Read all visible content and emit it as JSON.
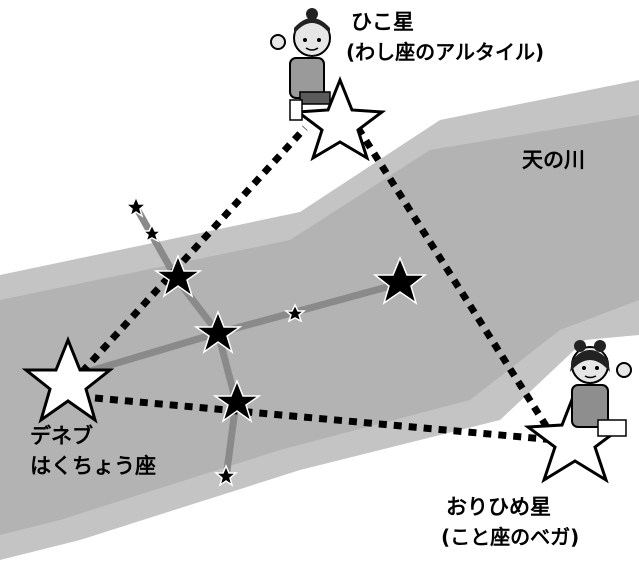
{
  "labels": {
    "altair_name": "ひこ星",
    "altair_constellation": "(わし座のアルタイル)",
    "milky_way": "天の川",
    "deneb_name": "デネブ",
    "deneb_constellation": "はくちょう座",
    "vega_name": "おりひめ星",
    "vega_constellation": "(こと座のベガ)"
  },
  "colors": {
    "river": "#b9b9b9",
    "river_band": "#cfcfcf",
    "background": "#ffffff",
    "dotted_line": "#000000",
    "cygnus_line": "#8a8a8a"
  }
}
